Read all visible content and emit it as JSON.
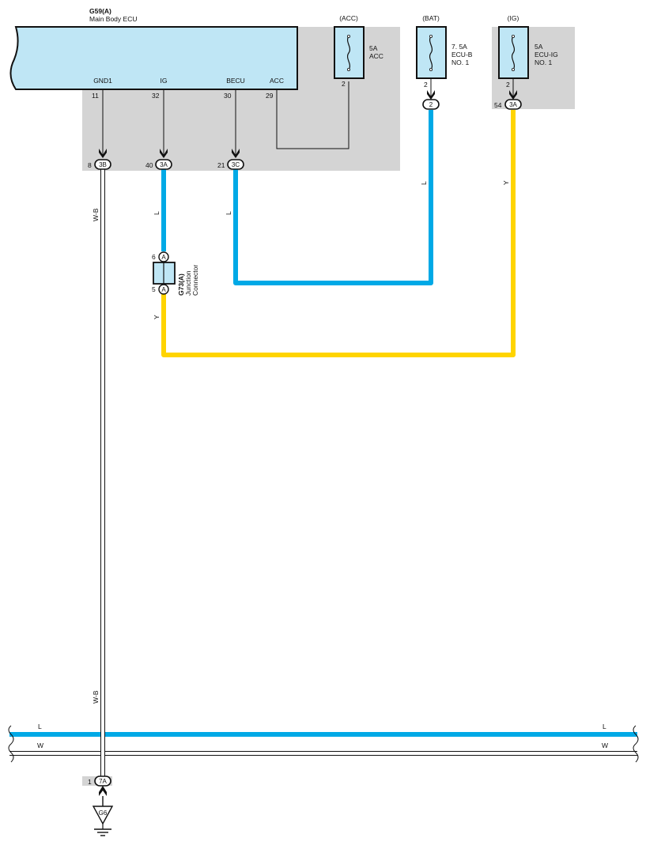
{
  "ecu": {
    "connector_id": "G59(A)",
    "name": "Main Body ECU",
    "terminals": [
      {
        "name": "GND1",
        "pin": "11"
      },
      {
        "name": "IG",
        "pin": "32"
      },
      {
        "name": "BECU",
        "pin": "30"
      },
      {
        "name": "ACC",
        "pin": "29"
      }
    ]
  },
  "fuses": [
    {
      "header": "(ACC)",
      "rating": "5A",
      "name_lines": [
        "ACC"
      ],
      "pin": "2"
    },
    {
      "header": "(BAT)",
      "rating": "7. 5A",
      "name_lines": [
        "ECU-B",
        "NO. 1"
      ],
      "pin": "2"
    },
    {
      "header": "(IG)",
      "rating": "5A",
      "name_lines": [
        "ECU-IG",
        "NO. 1"
      ],
      "pin": "2"
    }
  ],
  "connectors": [
    {
      "id": "3B",
      "pin": "8"
    },
    {
      "id": "3A",
      "pin": "40"
    },
    {
      "id": "3C",
      "pin": "21"
    },
    {
      "id": "2",
      "pin": ""
    },
    {
      "id": "3A",
      "pin": "54"
    },
    {
      "id": "7A",
      "pin": "1"
    }
  ],
  "junction": {
    "connector_id": "G73(A)",
    "line1": "Junction",
    "line2": "Connector",
    "pin_top": "6",
    "pin_bottom": "5",
    "letter": "A"
  },
  "wire_colors": {
    "w_b_upper": "W-B",
    "w_b_lower": "W-B",
    "l_ig": "L",
    "l_becu": "L",
    "l_bat": "L",
    "y_ig": "Y",
    "y_junction": "Y",
    "bus_l_left": "L",
    "bus_l_right": "L",
    "bus_w_left": "W",
    "bus_w_right": "W"
  },
  "ground": {
    "id": "G6"
  },
  "colors": {
    "blue_wire": "#00a9e6",
    "yellow_wire": "#ffd400",
    "component_fill": "#bfe6f5",
    "shade": "#d4d4d4"
  }
}
